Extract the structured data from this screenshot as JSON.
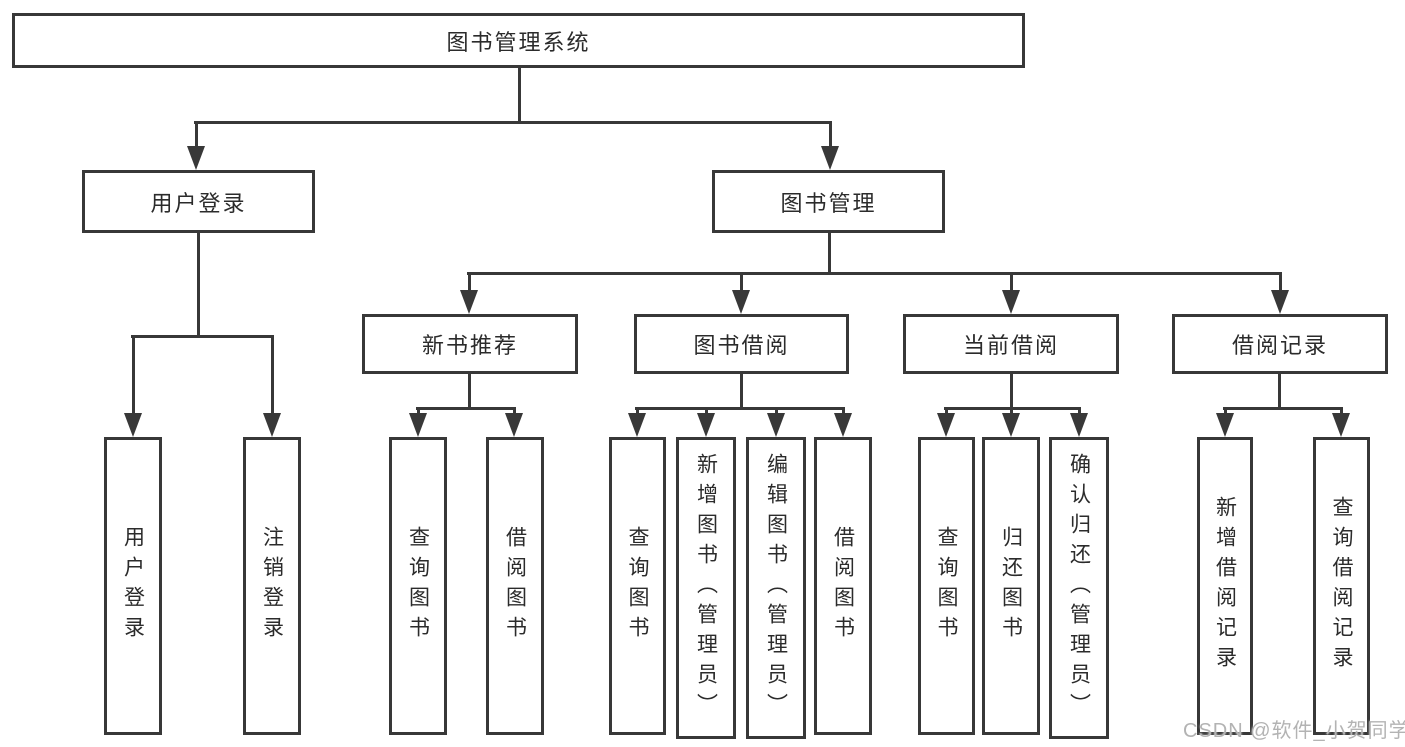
{
  "diagram": {
    "root": "图书管理系统",
    "level2": {
      "user_login": "用户登录",
      "book_mgmt": "图书管理"
    },
    "level3": {
      "new_book_rec": "新书推荐",
      "book_borrow": "图书借阅",
      "current_borrow": "当前借阅",
      "borrow_records": "借阅记录"
    },
    "leaves": {
      "user_login_leaf": "用户登录",
      "logout": "注销登录",
      "rec_query_book": "查询图书",
      "rec_borrow_book": "借阅图书",
      "bb_query_book": "查询图书",
      "bb_add_book": "新增图书（管理员）",
      "bb_edit_book": "编辑图书（管理员）",
      "bb_borrow_book": "借阅图书",
      "cb_query_book": "查询图书",
      "cb_return_book": "归还图书",
      "cb_confirm_return": "确认归还（管理员）",
      "br_add_record": "新增借阅记录",
      "br_query_record": "查询借阅记录"
    }
  },
  "watermark": "CSDN @软件_小贺同学",
  "colors": {
    "line": "#383838",
    "text": "#2b2b2b",
    "watermark": "#b3b3b3",
    "background": "#ffffff"
  }
}
